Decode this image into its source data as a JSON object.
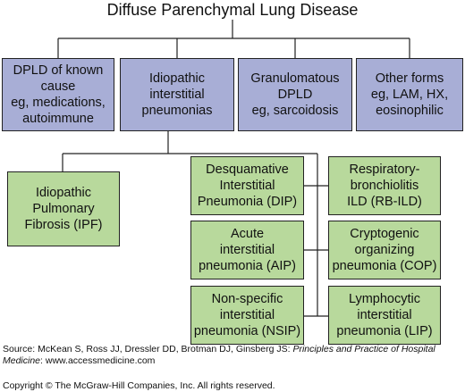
{
  "title": "Diffuse Parenchymal Lung Disease",
  "level1": [
    {
      "text": "DPLD of known\ncause\neg, medications,\nautoimmune"
    },
    {
      "text": "Idiopathic\ninterstitial\npneumonias"
    },
    {
      "text": "Granulomatous\nDPLD\neg, sarcoidosis"
    },
    {
      "text": "Other forms\neg, LAM, HX,\neosinophilic"
    }
  ],
  "level2": [
    {
      "text": "Idiopathic\nPulmonary\nFibrosis (IPF)"
    },
    {
      "text": "Desquamative\nInterstitial\nPneumonia (DIP)"
    },
    {
      "text": "Respiratory-\nbronchiolitis\nILD (RB-ILD)"
    },
    {
      "text": "Acute\ninterstitial\npneumonia (AIP)"
    },
    {
      "text": "Cryptogenic\norganizing\npneumonia (COP)"
    },
    {
      "text": "Non-specific\ninterstitial\npneumonia (NSIP)"
    },
    {
      "text": "Lymphocytic\ninterstitial\npneumonia (LIP)"
    }
  ],
  "source_prefix": "Source: McKean S, Ross JJ, Dressler DD, Brotman DJ, Ginsberg JS: ",
  "source_title": "Principles and Practice of Hospital Medicine",
  "source_suffix": ": www.accessmedicine.com",
  "copyright": "Copyright © The McGraw-Hill Companies, Inc. All rights reserved.",
  "colors": {
    "category_fill": "#a8aed6",
    "subtype_fill": "#b8d99c",
    "border": "#222222"
  }
}
